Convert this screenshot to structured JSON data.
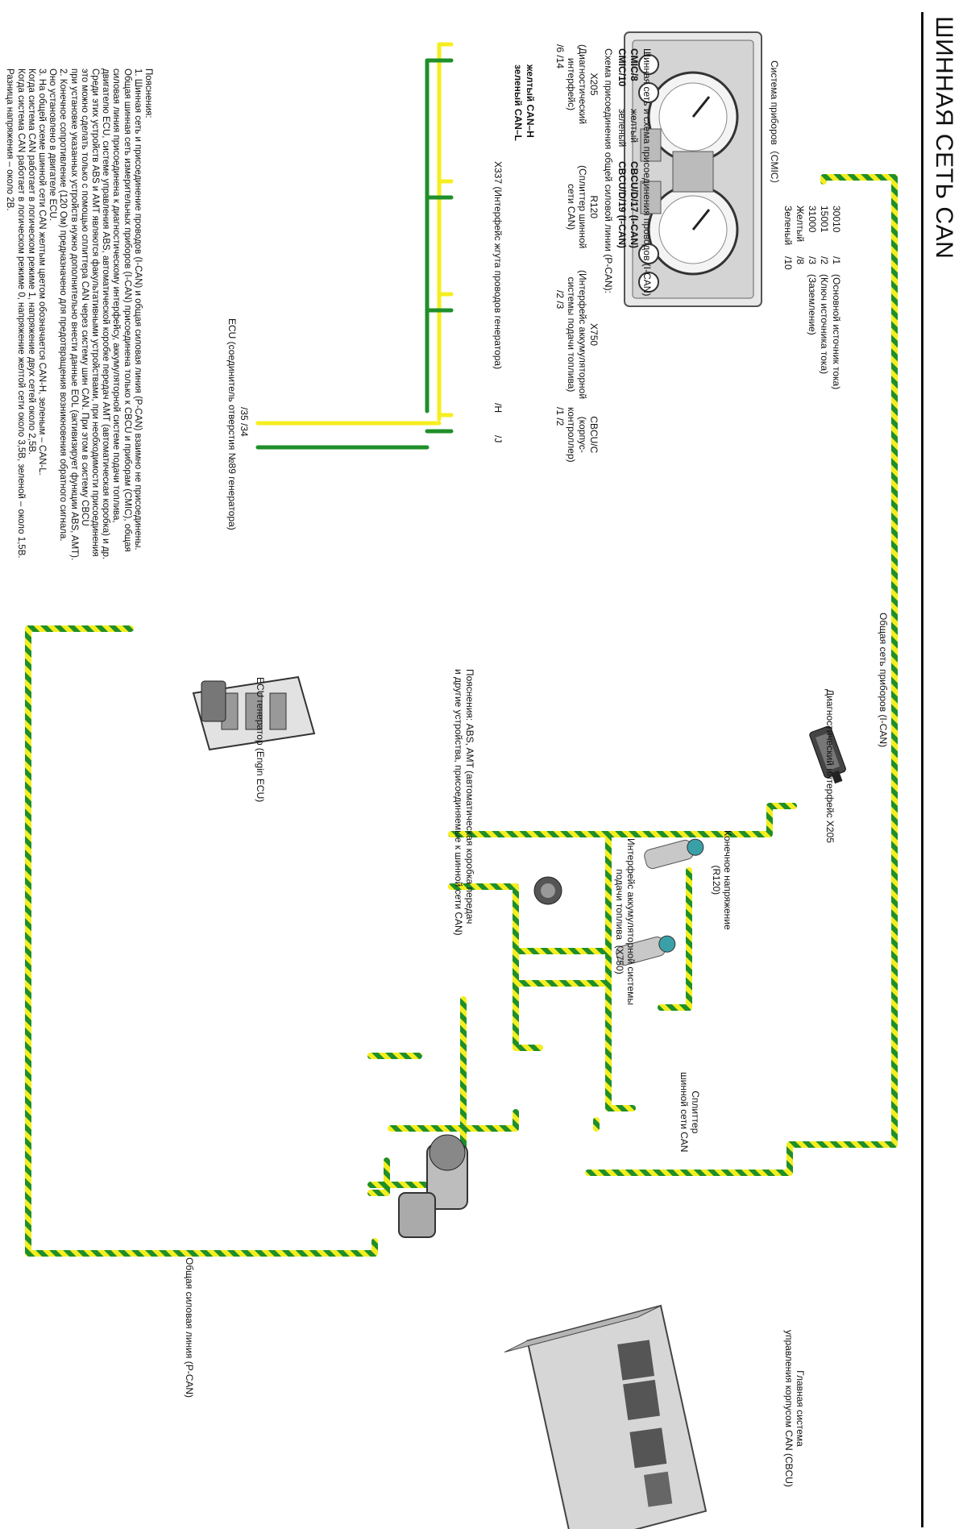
{
  "title": "ШИННАЯ СЕТЬ CAN",
  "labels": {
    "instrument_system": "Система приборов（CMIC）",
    "common_instrument_net": "Общая сеть приборов (I-CAN)",
    "diag_interface": "Диагностический интерфейс X205",
    "terminal_voltage": "Конечное напряжение\n(R120)",
    "accum_interface": "Интерфейс аккумуляторной системы\nподачи топлива  (X750)",
    "splitter": "Сплиттер\nшинной сети CAN",
    "note_abs": "Пояснения: ABS, AMT (автоматическая коробка передач\nи другие устройства, присоединяемые к шинной сети CAN)",
    "cbcu_main": "Главная система\nуправления корпусом CAN (CBCU)",
    "ecu_generator": "ECU генератор (Engin ECU)",
    "common_power_line": "Общая силовая линия (P-CAN)"
  },
  "pins_cmic": [
    {
      "code": "30010",
      "pin": "/1",
      "desc": "(Основной источник тока)"
    },
    {
      "code": "15001",
      "pin": "/2",
      "desc": "(Ключ источника тока)"
    },
    {
      "code": "31000",
      "pin": "/3",
      "desc": "(Заземление)"
    },
    {
      "code": "Желтый",
      "pin": "/8",
      "desc": ""
    },
    {
      "code": "Зеленый",
      "pin": "/10",
      "desc": ""
    }
  ],
  "ican_scheme": {
    "heading": "Шинная сеть и схема присоединения проводов (I-CAN)",
    "row1": {
      "left": "CMIC/8",
      "color": "желтый",
      "right": "CBCU/D/17  (I-CAN)"
    },
    "row2": {
      "left": "CMIC/10",
      "color": "зеленый",
      "right": "CBCU/D/19  (I-CAN)"
    },
    "pcan_heading": "Схема присоединения общей силовой линии (P-CAN):"
  },
  "pcan_scheme": {
    "x205": "X205\n(Диагностический\nинтерфейс)",
    "x205_pins": "/6   /14",
    "r120": "R120\n(Сплиттер шинной\nсети CAN)",
    "x750": "X750\n(Интерфейс аккумуляторной\nсистемы подачи топлива)",
    "x750_pins": "/2   /3",
    "cbcu": "CBCU/C\n(корпус-\nконтроллер)",
    "cbcu_pins": "/1   /2",
    "canh": "желтый CAN–H",
    "canl": "зеленый CAN–L",
    "x337": "X337 (Интерфейс жгута проводов генератора)",
    "h_pin": "/H",
    "j_pin": "/J",
    "ecu_pins": "/35   /34",
    "ecu": "ECU (соединитель отверстия №89 генератора)"
  },
  "notes": "Пояснения:\n1. Шинная сеть и присоединение проводов (I-CAN) и общая силовая линия (P-CAN) взаимно не присоединены.\nОбщая шинная сеть измерительных приборов (I-CAN) присоединена только к CBCU и приборам (CMIC), общая\nсиловая линия присоединена к диагностическому интерфейсу, аккумуляторной системе подачи топлива,\nдвигателю ECU, системе управления ABS, автоматической коробке передач AMT (автоматическая коробка) и др.\nСреди этих устройств ABS и AMT являются факультативными устройствами, при необходимости присоединения\nэто можно сделать только с помощью сплиттера CAN через систему шин CAN. При этом в систему CBCU\nпри установке указанных устройств нужно дополнительно внести данные EOL (активизирует функции ABS, AMT).\n2. Конечное сопротивление (120 Ом) предназначено для предотвращения возникновения обратного сигнала.\nОно установлено в двигателе ECU.\n3. На общей схеме шинной сети CAN желтым цветом обозначается CAN-H, зеленым – CAN-L.\nКогда система CAN работает в логическом режиме 1, напряжение двух сетей около 2,5В.\nКогда система CAN работает в логическом режиме 0, напряжение желтой сети около 3,5В, зеленой – около 1,5В.\nРазница напряжения – около 2В.",
  "colors": {
    "can_h": "#f5ee1f",
    "can_l": "#1f8f2a",
    "device_gray": "#c8c8c8"
  }
}
